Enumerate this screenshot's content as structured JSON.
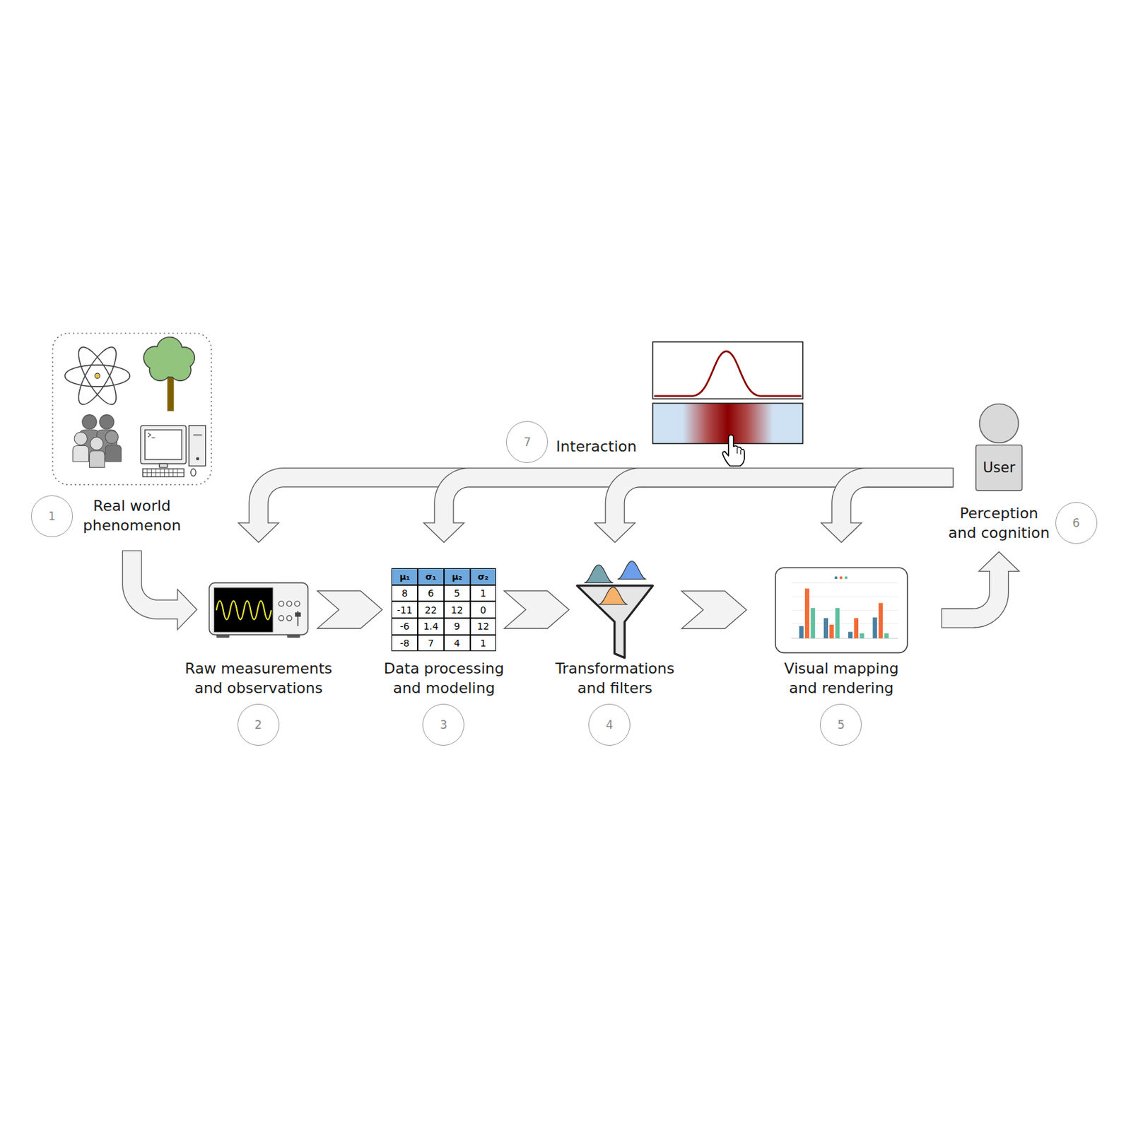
{
  "diagram": {
    "nodes": [
      {
        "text": [
          "Real world phenomenon"
        ]
      },
      {
        "text": [
          "Raw measurements and observations"
        ]
      },
      {
        "text": [
          "Data processing and modeling"
        ]
      },
      {
        "text": [
          "Transformations and filters"
        ]
      },
      {
        "text": [
          "Visual mapping and rendering"
        ]
      },
      {
        "text": [
          "User",
          "Perception and cognition"
        ]
      }
    ],
    "edges": [
      {
        "from": 0,
        "to": 1,
        "arrow": "to"
      },
      {
        "from": 1,
        "to": 2,
        "arrow": "to"
      },
      {
        "from": 2,
        "to": 3,
        "arrow": "to"
      },
      {
        "from": 3,
        "to": 4,
        "arrow": "to"
      },
      {
        "from": 4,
        "to": 5,
        "arrow": "to"
      },
      {
        "from": 5,
        "to": 1,
        "arrow": "to"
      },
      {
        "from": 5,
        "to": 2,
        "arrow": "to"
      },
      {
        "from": 5,
        "to": 3,
        "arrow": "to"
      },
      {
        "from": 5,
        "to": 4,
        "arrow": "to"
      }
    ],
    "labels": [
      "1",
      "2",
      "3",
      "4",
      "5",
      "6",
      "7",
      "Interaction",
      "μ₁",
      "σ₁",
      "μ₂",
      "σ₂",
      "8",
      "6",
      "5",
      "1",
      "-11",
      "22",
      "12",
      "0",
      "-6",
      "1.4",
      "9",
      "12",
      "-8",
      "7",
      "4",
      "1"
    ]
  }
}
